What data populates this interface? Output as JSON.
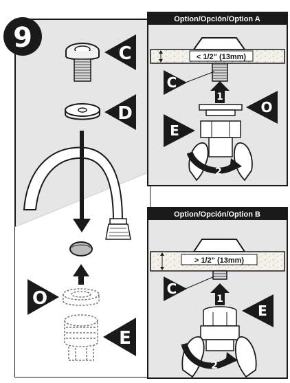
{
  "step": {
    "number": "9"
  },
  "main_labels": {
    "c": "C",
    "d": "D",
    "o": "O",
    "e": "E"
  },
  "panel_a": {
    "header": "Option/Opción/Option A",
    "dimension": "< 1/2\" (13mm)",
    "labels": {
      "c": "C",
      "o": "O",
      "e": "E"
    },
    "steps": {
      "one": "1",
      "two": "2"
    }
  },
  "panel_b": {
    "header": "Option/Opción/Option B",
    "dimension": "> 1/2\" (13mm)",
    "labels": {
      "c": "C",
      "e": "E"
    },
    "steps": {
      "one": "1",
      "two": "2"
    }
  },
  "colors": {
    "panel_bg": "#e6e6e6",
    "header_bg": "#1a1a1a",
    "outline": "#1a1a1a",
    "counter_texture": "#f2efe6"
  }
}
